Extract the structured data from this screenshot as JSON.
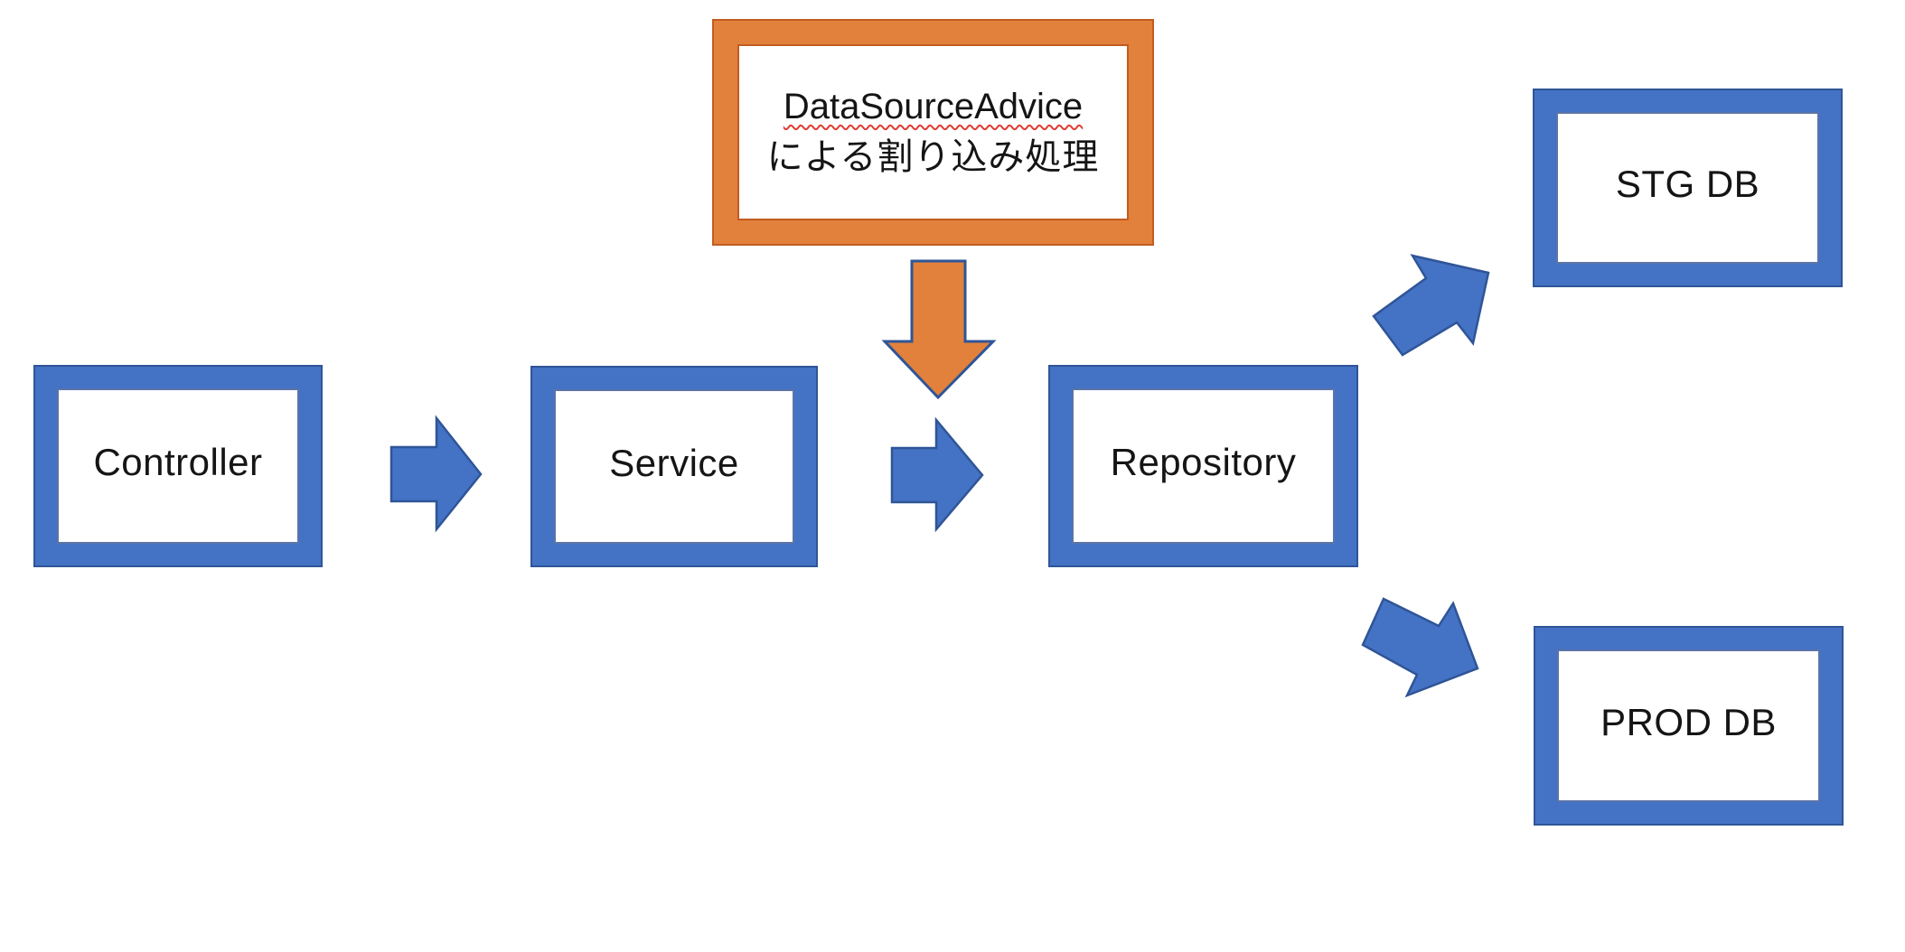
{
  "diagram": {
    "advice_box": {
      "line1": "DataSourceAdvice",
      "line2": "による割り込み処理",
      "spellcheck_squiggle": true
    },
    "nodes": [
      {
        "id": "controller",
        "label": "Controller"
      },
      {
        "id": "service",
        "label": "Service"
      },
      {
        "id": "repository",
        "label": "Repository"
      },
      {
        "id": "stg-db",
        "label": "STG DB"
      },
      {
        "id": "prod-db",
        "label": "PROD DB"
      }
    ],
    "arrows": [
      {
        "name": "controller-to-service",
        "direction": "right",
        "color": "blue"
      },
      {
        "name": "service-to-repository",
        "direction": "right",
        "color": "blue"
      },
      {
        "name": "advice-interrupt",
        "direction": "down",
        "color": "orange"
      },
      {
        "name": "repository-to-stg-db",
        "direction": "up-right",
        "color": "blue"
      },
      {
        "name": "repository-to-prod-db",
        "direction": "down-right",
        "color": "blue"
      }
    ],
    "colors": {
      "background": "#FFFFFF",
      "blue_fill": "#4472C4",
      "blue_border": "#2F5597",
      "blue_inner_border": "#5B74A8",
      "orange_fill": "#E2813C",
      "orange_border": "#C25C20",
      "squiggle_red": "#E03C31",
      "text": "#151515"
    }
  }
}
